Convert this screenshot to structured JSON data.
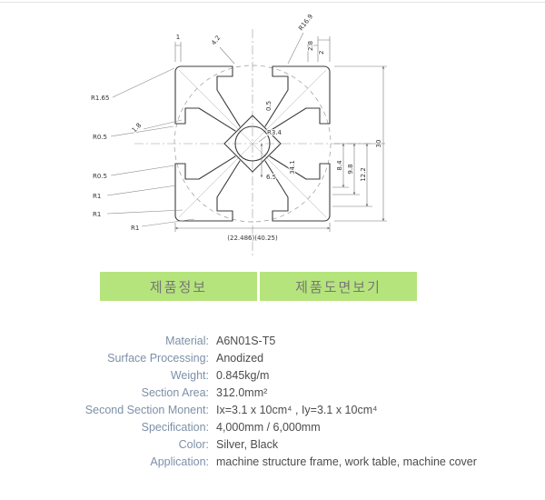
{
  "colors": {
    "tab_green": "#b5e47c",
    "tab_text": "#767676",
    "spec_label_blue": "#7d90a8",
    "spec_value_gray": "#4c4c4c",
    "drawing_line": "#3c3c3c"
  },
  "drawing": {
    "labels": [
      "1",
      "4.2",
      "R16.9",
      "2",
      "2.8",
      "R1.65",
      "R0.5",
      "1.8",
      "0.5",
      "R3.4",
      "8.4",
      "34.1",
      "9.8",
      "12.2",
      "30",
      "6.5",
      "R0.5",
      "R1",
      "R1",
      "R1",
      "(22.486)(40.25)"
    ]
  },
  "tabs": [
    {
      "label": "제품정보"
    },
    {
      "label": "제품도면보기"
    }
  ],
  "specs": {
    "rows": [
      {
        "label": "Material:",
        "value": "A6N01S-T5"
      },
      {
        "label": "Surface Processing:",
        "value": "Anodized"
      },
      {
        "label": "Weight:",
        "value": "0.845kg/m"
      },
      {
        "label": "Section Area:",
        "value": "312.0mm²"
      },
      {
        "label": "Second Section Monent:",
        "value": "Ix=3.1 x 10cm⁴ , Iy=3.1 x 10cm⁴"
      },
      {
        "label": "Specification:",
        "value": "4,000mm / 6,000mm"
      },
      {
        "label": "Color:",
        "value": "Silver, Black"
      },
      {
        "label": "Application:",
        "value": "machine structure frame, work table, machine cover"
      }
    ]
  }
}
